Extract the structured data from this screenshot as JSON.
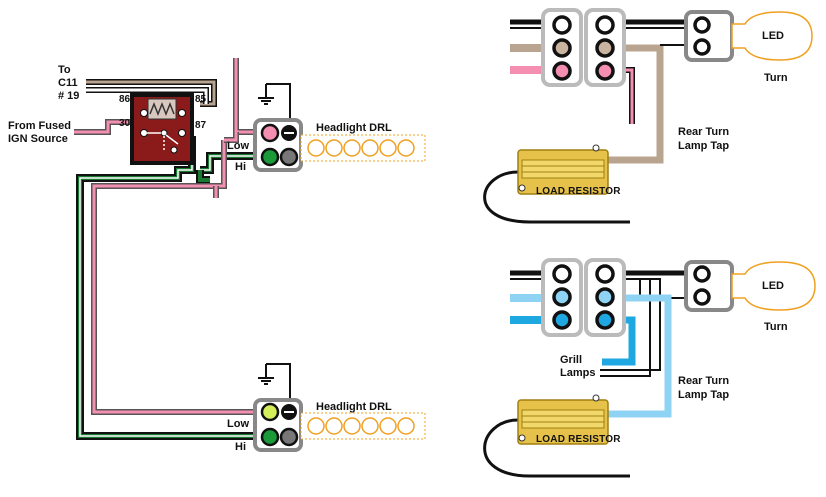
{
  "relay": {
    "to_label": "To",
    "c11_label": "C11",
    "num_label": "# 19",
    "source_line1": "From Fused",
    "source_line2": "IGN Source",
    "pins": {
      "p86": "86",
      "p85": "85",
      "p30": "30",
      "p87": "87"
    }
  },
  "headlight_top": {
    "label": "Headlight DRL",
    "low": "Low",
    "hi": "Hi"
  },
  "headlight_bottom": {
    "label": "Headlight DRL",
    "low": "Low",
    "hi": "Hi"
  },
  "turn_top": {
    "led_label": "LED",
    "turn_label": "Turn",
    "tap_line1": "Rear Turn",
    "tap_line2": "Lamp Tap",
    "resistor_label": "LOAD RESISTOR"
  },
  "turn_bottom": {
    "led_label": "LED",
    "turn_label": "Turn",
    "tap_line1": "Rear Turn",
    "tap_line2": "Lamp Tap",
    "grill_line1": "Grill",
    "grill_line2": "Lamps",
    "resistor_label": "LOAD RESISTOR"
  },
  "colors": {
    "pink": "#f48fb1",
    "green": "#1b7a32",
    "tan": "#b9a48f",
    "blue": "#1ea7e1",
    "light_blue": "#8fd3f4",
    "relay_body": "#8b1a1a",
    "bulb": "#f0a020",
    "resistor": "#e7c24a"
  }
}
